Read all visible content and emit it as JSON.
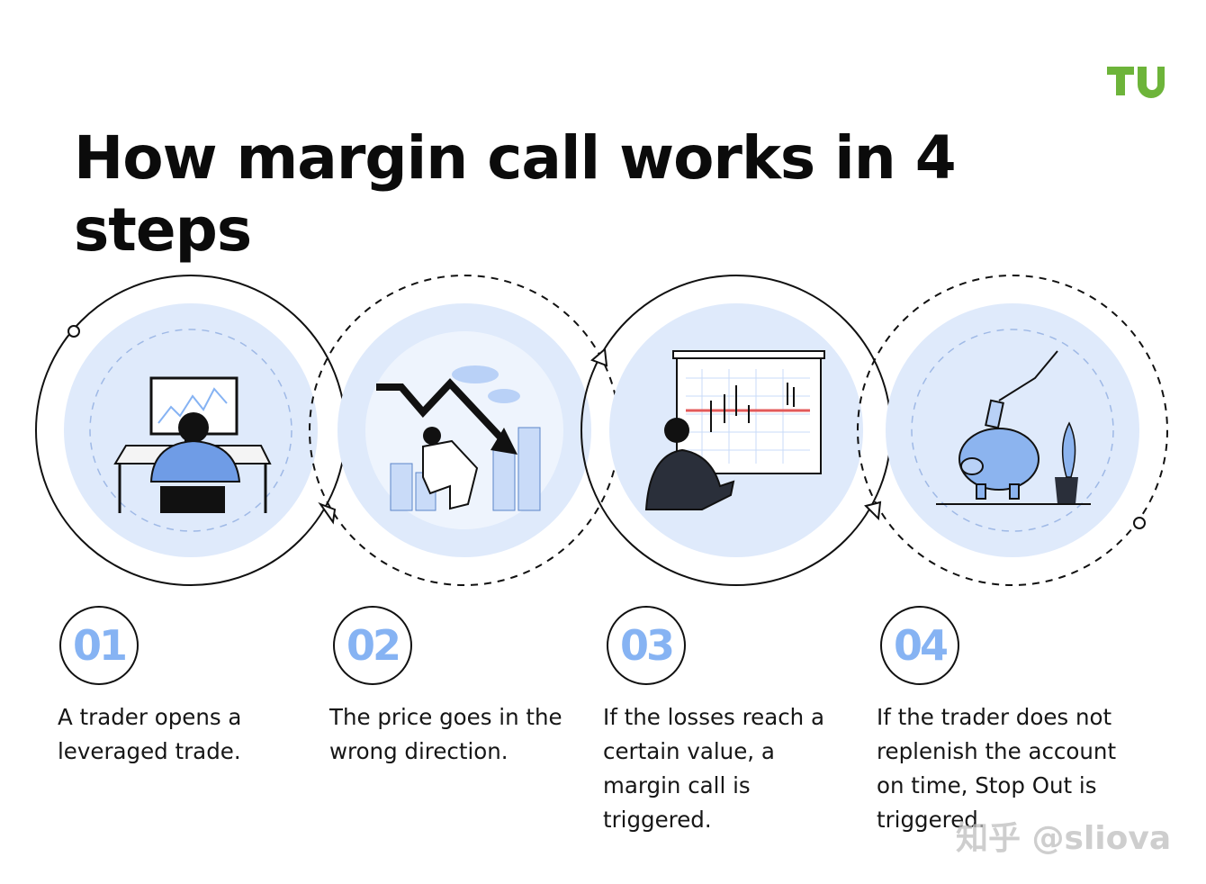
{
  "title": "How margin call works in 4 steps",
  "brand": {
    "logo_text": "TU",
    "logo_color": "#6db43a"
  },
  "accent_colors": {
    "light_blue": "#dfeafb",
    "mid_blue": "#b9d1f7",
    "number_blue": "#86b3f3",
    "loss_line": "#e35a5a"
  },
  "steps": [
    {
      "number": "01",
      "text": "A trader opens a leveraged trade.",
      "illustration": "trader-at-computer-icon"
    },
    {
      "number": "02",
      "text": "The price goes in the wrong direction.",
      "illustration": "falling-price-arrow-icon"
    },
    {
      "number": "03",
      "text": "If the losses reach a certain value, a margin call is triggered.",
      "illustration": "chart-presentation-icon"
    },
    {
      "number": "04",
      "text": "If the trader does not replenish the account on time, Stop Out is triggered.",
      "illustration": "piggy-bank-icon"
    }
  ],
  "watermark": "知乎 @sliova"
}
